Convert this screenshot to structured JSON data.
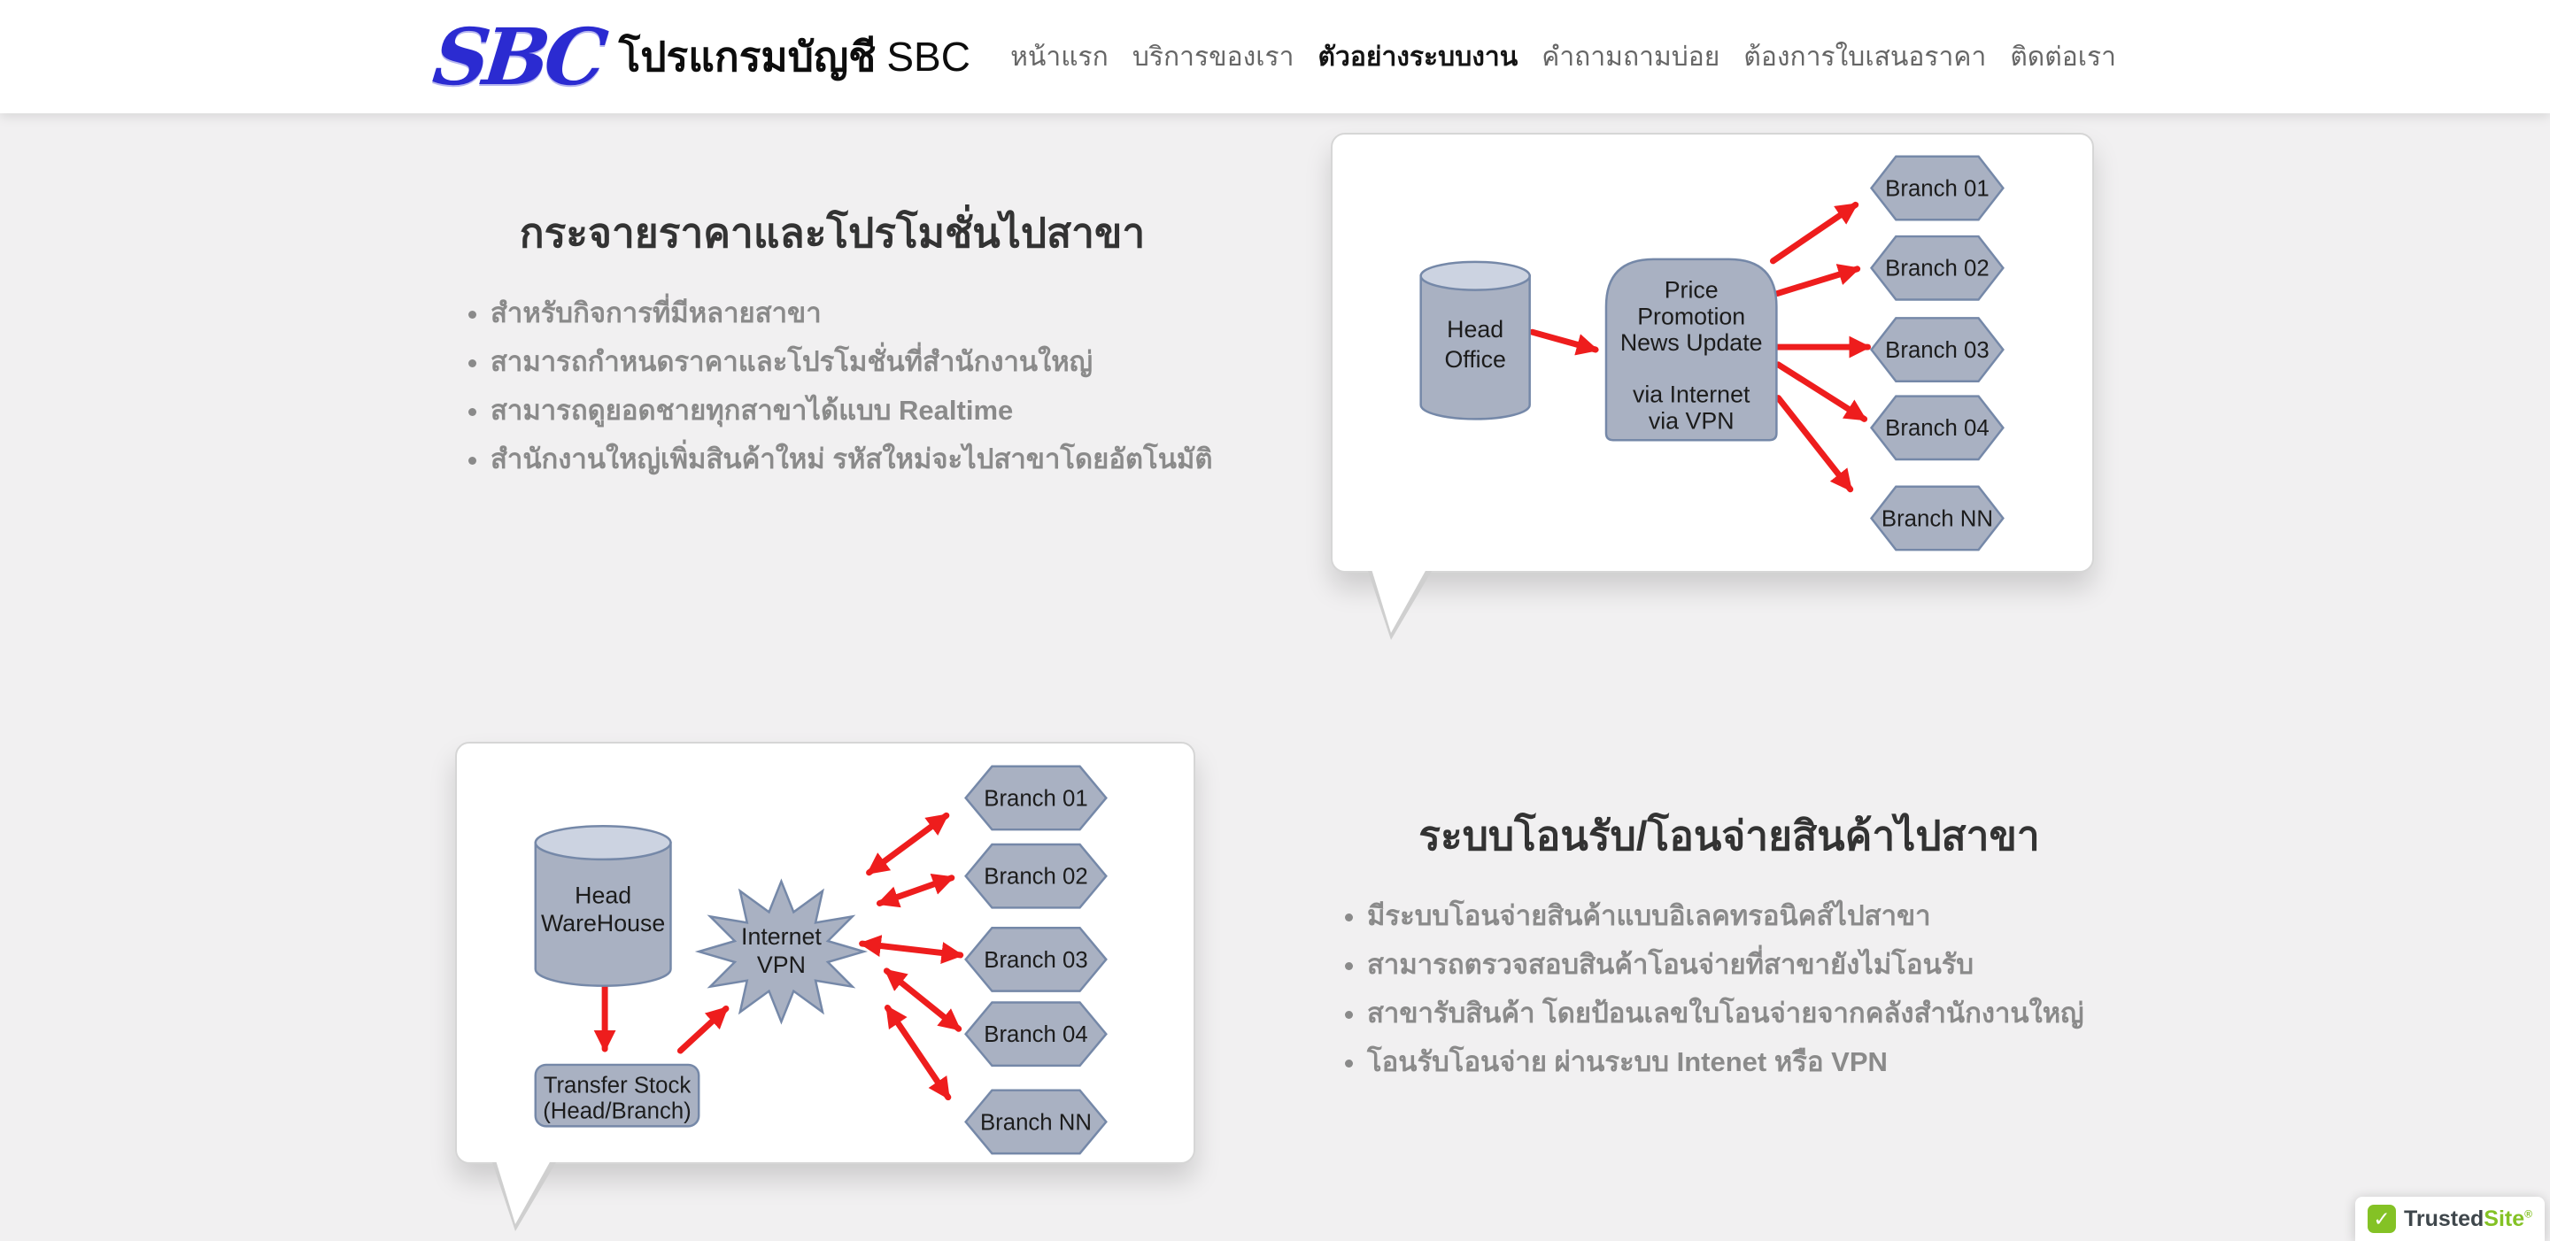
{
  "colors": {
    "bg": "#f1f0f1",
    "brand-blue": "#2b2bd1",
    "arrow-red": "#ee1d1d",
    "node-fill": "#a9b1c2",
    "node-stroke": "#7588a8",
    "node-top": "#ccd3e1",
    "trusted-green": "#84c225",
    "text-dark": "#333333",
    "text-gray": "#8a8a8a",
    "nav-gray": "#666666"
  },
  "header": {
    "logo": "SBC",
    "title_thai": "โปรแกรมบัญชี",
    "title_latin": "SBC",
    "nav": [
      {
        "label": "หน้าแรก",
        "active": false
      },
      {
        "label": "บริการของเรา",
        "active": false
      },
      {
        "label": "ตัวอย่างระบบงาน",
        "active": true
      },
      {
        "label": "คำถามถามบ่อย",
        "active": false
      },
      {
        "label": "ต้องการใบเสนอราคา",
        "active": false
      },
      {
        "label": "ติดต่อเรา",
        "active": false
      }
    ]
  },
  "sections": {
    "price": {
      "title": "กระจายราคาและโปรโมชั่นไปสาขา",
      "bullets": [
        "สำหรับกิจการที่มีหลายสาขา",
        "สามารถกำหนดราคาและโปรโมชั่นที่สำนักงานใหญ่",
        "สามารถดูยอดชายทุกสาขาได้แบบ Realtime",
        "สำนักงานใหญ่เพิ่มสินค้าใหม่ รหัสใหม่จะไปสาขาโดยอัตโนมัติ"
      ]
    },
    "transfer": {
      "title": "ระบบโอนรับ/โอนจ่ายสินค้าไปสาขา",
      "bullets": [
        "มีระบบโอนจ่ายสินค้าแบบอิเลคทรอนิคส์ไปสาขา",
        "สามารถตรวจสอบสินค้าโอนจ่ายที่สาขายังไม่โอนรับ",
        "สาขารับสินค้า โดยป้อนเลขใบโอนจ่ายจากคลังสำนักงานใหญ่",
        "โอนรับโอนจ่าย ผ่านระบบ Intenet หรือ VPN"
      ]
    }
  },
  "diagram_price": {
    "source_lines": [
      "Head",
      "Office"
    ],
    "hub_lines": [
      "Price",
      "Promotion",
      "News Update",
      "via Internet",
      "via VPN"
    ],
    "branches": [
      "Branch 01",
      "Branch 02",
      "Branch 03",
      "Branch 04",
      "Branch NN"
    ]
  },
  "diagram_transfer": {
    "source_lines": [
      "Head",
      "WareHouse"
    ],
    "hub_lines": [
      "Internet",
      "VPN"
    ],
    "transfer_lines": [
      "Transfer Stock",
      "(Head/Branch)"
    ],
    "branches": [
      "Branch 01",
      "Branch 02",
      "Branch 03",
      "Branch 04",
      "Branch NN"
    ]
  },
  "badge": {
    "check": "✓",
    "part1": "Trusted",
    "part2": "Site",
    "reg": "®"
  }
}
